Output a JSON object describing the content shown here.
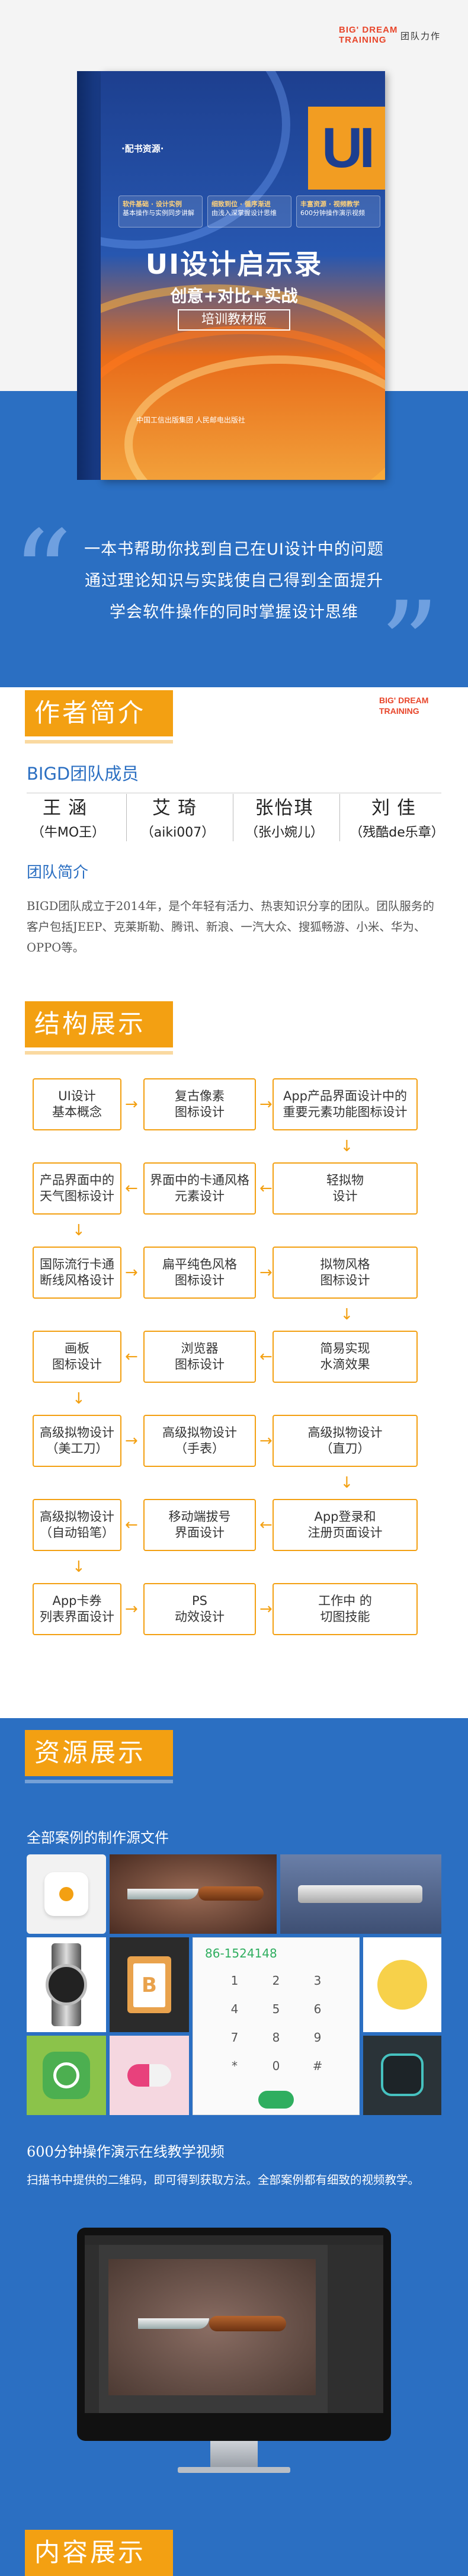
{
  "brand": {
    "en": "BIG' DREAM TRAINING",
    "cn": "团队力作"
  },
  "cover": {
    "series_badge": "UI",
    "title": "UI设计启示录",
    "subtitle": "创意+对比+实战",
    "edition": "培训教材版",
    "resources_label": "·配书资源·",
    "pills": [
      {
        "title": "软件基础 · 设计实例",
        "body": "基本操作与实例同步讲解"
      },
      {
        "title": "细致到位 · 循序渐进",
        "body": "由浅入深掌握设计思维"
      },
      {
        "title": "丰富资源 · 视频教学",
        "body": "600分钟操作演示视频"
      }
    ],
    "publisher": "中国工信出版集团    人民邮电出版社"
  },
  "quote": {
    "lines": [
      "一本书帮助你找到自己在UI设计中的问题",
      "通过理论知识与实践使自己得到全面提升",
      "学会软件操作的同时掌握设计思维"
    ]
  },
  "authors": {
    "heading": "作者简介",
    "brand": "BIG' DREAM TRAINING",
    "team_title": "BIGD团队成员",
    "members": [
      {
        "name": "王涵",
        "nick": "（牛MO王）"
      },
      {
        "name": "艾琦",
        "nick": "（aiki007）"
      },
      {
        "name": "张怡琪",
        "nick": "（张小婉儿）"
      },
      {
        "name": "刘佳",
        "nick": "（残酷de乐章）"
      }
    ],
    "intro_title": "团队简介",
    "intro_text": "BIGD团队成立于2014年，是个年轻有活力、热衷知识分享的团队。团队服务的客户包括JEEP、克莱斯勒、腾讯、新浪、一汽大众、搜狐畅游、小米、华为、OPPO等。"
  },
  "structure": {
    "heading": "结构展示",
    "rows": [
      [
        "UI设计\n基本概念",
        "复古像素\n图标设计",
        "App产品界面设计中的\n重要元素功能图标设计"
      ],
      [
        "轻拟物\n设计",
        "界面中的卡通风格\n元素设计",
        "产品界面中的\n天气图标设计"
      ],
      [
        "国际流行卡通\n断线风格设计",
        "扁平纯色风格\n图标设计",
        "拟物风格\n图标设计"
      ],
      [
        "简易实现\n水滴效果",
        "浏览器\n图标设计",
        "画板\n图标设计"
      ],
      [
        "高级拟物设计\n（美工刀）",
        "高级拟物设计\n（手表）",
        "高级拟物设计\n（直刀）"
      ],
      [
        "App登录和\n注册页面设计",
        "移动端拔号\n界面设计",
        "高级拟物设计\n（自动铅笔）"
      ],
      [
        "App卡券\n列表界面设计",
        "PS\n动效设计",
        "工作中      的\n切图技能"
      ]
    ]
  },
  "resources": {
    "heading": "资源展示",
    "label_cases": "全部案例的制作源文件",
    "phone_number": "86-1524148",
    "keypad": [
      "1",
      "2",
      "3",
      "4",
      "5",
      "6",
      "7",
      "8",
      "9",
      "*",
      "0",
      "#"
    ],
    "badge_letter": "B",
    "label_video": "600分钟操作演示在线教学视频",
    "video_text": "扫描书中提供的二维码，即可得到获取方法。全部案例都有细致的视频教学。"
  },
  "content": {
    "heading": "内容展示"
  },
  "colors": {
    "accent": "#f3a012",
    "blue": "#2b6fc2",
    "red": "#e8452a"
  }
}
